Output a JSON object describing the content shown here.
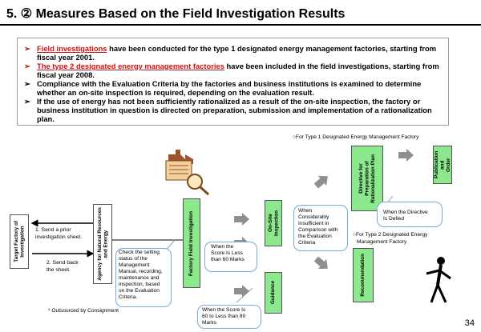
{
  "title": "5. ② Measures Based on the Field Investigation Results",
  "bullets": [
    {
      "prefix": "",
      "highlight": "Field investigations",
      "rest": " have been conducted for the type 1 designated energy management factories, starting from fiscal year 2001.",
      "red": true
    },
    {
      "prefix": "",
      "highlight": "The type 2 designated energy management factories",
      "rest": " have been included in the field investigations, starting from fiscal year 2008.",
      "red": true
    },
    {
      "prefix": "",
      "highlight": "",
      "rest": "Compliance with the Evaluation Criteria by the factories and business institutions is examined to determine whether an on-site inspection is required, depending on the evaluation result.",
      "red": false
    },
    {
      "prefix": "",
      "highlight": "",
      "rest": "If the use of energy has not been sufficiently rationalized as a result of the on-site inspection, the factory or business institution in question is directed on preparation, submission and implementation of a rationalization plan.",
      "red": false
    }
  ],
  "bullet_symbol": "➢",
  "notes": {
    "type1": "○For Type 1 Designated Energy Management Factory",
    "type2_line1": "○For Type 2 Designated Energy",
    "type2_line2": "Management Factory",
    "outsourced": "* Outsourced by Consignment"
  },
  "boxes": {
    "target": "Target Factory of\nInvestigation",
    "agency": "Agency for Natural Resources\nand Energy",
    "field": "Factory Field Investigation",
    "onsite": "On-Site\nInspection",
    "guidance": "Guidance",
    "directive": "Directive for\nPreparation of\nRationalization Plan",
    "publication": "Publication and\nOrder",
    "recommendation": "Recommendation"
  },
  "steps": {
    "send_prior": "1. Send a prior\ninvestigation sheet.",
    "send_back": "2. Send back\nthe sheet."
  },
  "callouts": {
    "check": "Check the setting\nstatus of the\nManagement\nManual, recording,\nmaintenance and\ninspection, based\non the Evaluation\nCriteria.",
    "less60": "When the\nScore Is Less\nthan 60 Marks",
    "score60_80": "When the Score Is\n60 to Less than 80\nMarks",
    "considerably": "When\nConsiderably\nInsufficient in\nComparison with\nthe Evaluation\nCriteria",
    "directive_defied": "When the Directive\nIs Defied"
  },
  "page_number": "34",
  "colors": {
    "green": "#8ce88c",
    "red": "#d01010",
    "arrow_gray": "#8f8f8f",
    "callout_border": "#7aa9d8"
  }
}
